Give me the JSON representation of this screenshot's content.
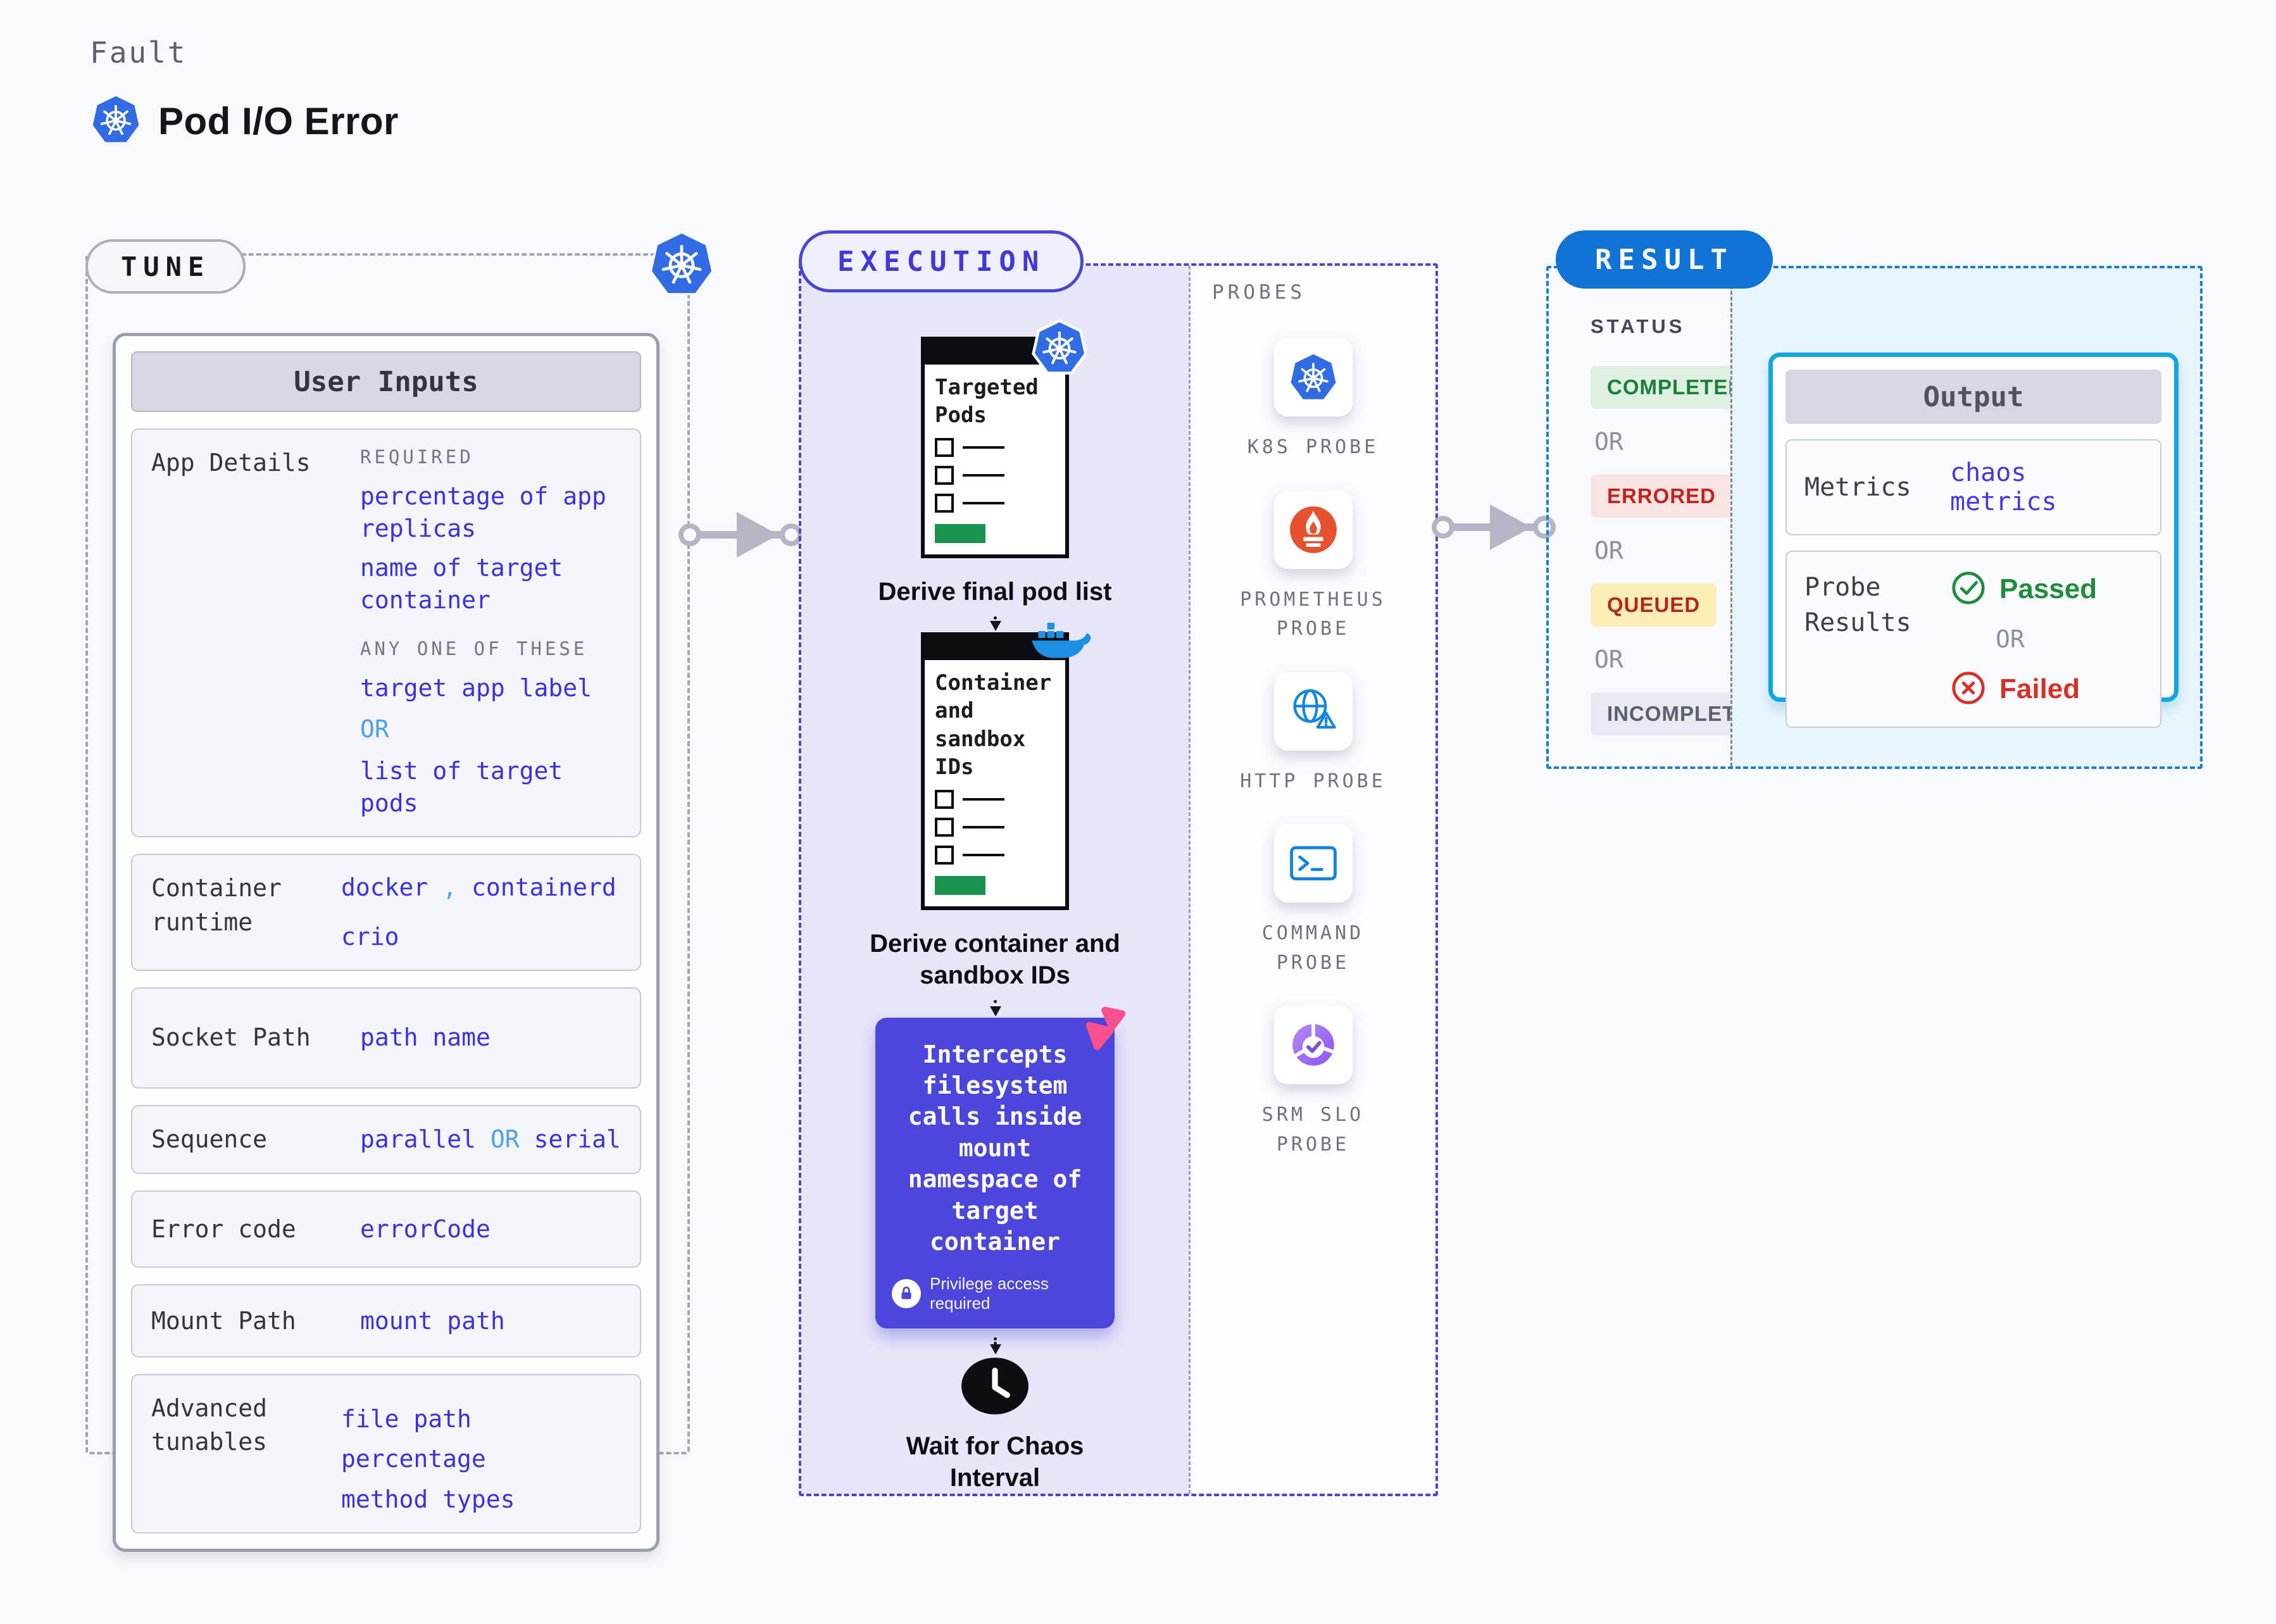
{
  "header": {
    "eyebrow": "Fault",
    "title": "Pod I/O Error"
  },
  "tune": {
    "pill": "TUNE",
    "card_header": "User Inputs",
    "app_details": {
      "label": "App Details",
      "required_caption": "REQUIRED",
      "required_values": [
        "percentage of app replicas",
        "name of target container"
      ],
      "any_caption": "ANY ONE OF THESE",
      "any_value_1": "target app label",
      "or": "OR",
      "any_value_2": "list of target pods"
    },
    "container_runtime": {
      "label": "Container runtime",
      "value1": "docker",
      "comma": ",",
      "value2": "containerd",
      "value3": "crio"
    },
    "socket_path": {
      "label": "Socket Path",
      "value": "path name"
    },
    "sequence": {
      "label": "Sequence",
      "value1": "parallel",
      "or": "OR",
      "value2": "serial"
    },
    "error_code": {
      "label": "Error code",
      "value": "errorCode"
    },
    "mount_path": {
      "label": "Mount Path",
      "value": "mount path"
    },
    "advanced_tunables": {
      "label": "Advanced tunables",
      "values": [
        "file path",
        "percentage",
        "method types"
      ]
    }
  },
  "execution": {
    "pill": "EXECUTION",
    "step1": {
      "card_title": "Targeted Pods",
      "caption": "Derive final pod list"
    },
    "step2": {
      "card_title": "Container and sandbox IDs",
      "caption": "Derive container and sandbox IDs"
    },
    "callout": {
      "text": "Intercepts filesystem calls inside mount namespace of target container",
      "note": "Privilege access required"
    },
    "wait": {
      "caption": "Wait for Chaos Interval"
    },
    "probes": {
      "label": "PROBES",
      "items": [
        {
          "name": "K8S PROBE",
          "icon": "kubernetes-icon"
        },
        {
          "name": "PROMETHEUS PROBE",
          "icon": "prometheus-icon"
        },
        {
          "name": "HTTP PROBE",
          "icon": "http-globe-warning-icon"
        },
        {
          "name": "COMMAND PROBE",
          "icon": "terminal-icon"
        },
        {
          "name": "SRM SLO PROBE",
          "icon": "slo-pie-check-icon"
        }
      ]
    }
  },
  "result": {
    "pill": "RESULT",
    "status_label": "STATUS",
    "or": "OR",
    "statuses": [
      {
        "label": "COMPLETED",
        "color": "#188038",
        "bg": "#def0df"
      },
      {
        "label": "ERRORED",
        "color": "#c5221f",
        "bg": "#fae3e3"
      },
      {
        "label": "QUEUED",
        "color": "#b3261e",
        "bg": "#fdeeb8"
      },
      {
        "label": "INCOMPLETED",
        "color": "#5b5f6e",
        "bg": "#e8eaf1"
      }
    ],
    "output": {
      "header": "Output",
      "metrics_label": "Metrics",
      "metrics_value": "chaos metrics",
      "probe_label": "Probe Results",
      "passed": "Passed",
      "or": "OR",
      "failed": "Failed"
    }
  },
  "colors": {
    "page_bg": "#f8f9fc",
    "lavender_panel": "#e6e6f9",
    "accent_indigo": "#4b45d6",
    "accent_blue": "#1173d6",
    "accent_cyan": "#10a7e0",
    "value_blue": "#3b31e2",
    "or_light_blue": "#4d9ff0",
    "green": "#1e8e3e",
    "red": "#d93025",
    "kubernetes_blue": "#326ce5",
    "docker_blue": "#1d90e4",
    "prometheus_orange": "#e6522c",
    "callout_purple": "#4c46dd",
    "pink": "#fb4f8e"
  }
}
